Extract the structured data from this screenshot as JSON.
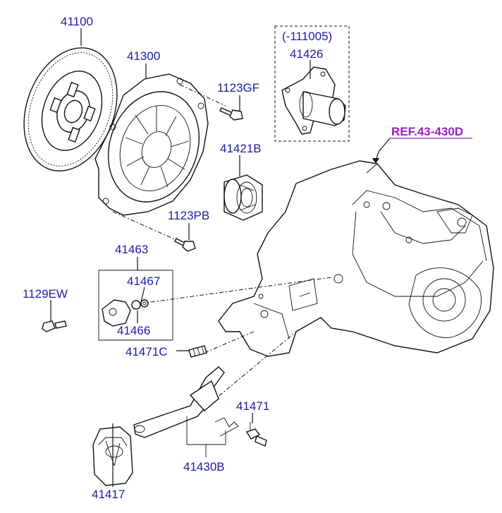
{
  "labels": {
    "p41100": "41100",
    "p41300": "41300",
    "p1123GF": "1123GF",
    "p111005": "(-111005)",
    "p41426": "41426",
    "ref": "REF.43-430D",
    "p41421B": "41421B",
    "p1123PB": "1123PB",
    "p41463": "41463",
    "p41467": "41467",
    "p1129EW": "1129EW",
    "p41466": "41466",
    "p41471C": "41471C",
    "p41471": "41471",
    "p41430B": "41430B",
    "p41417": "41417"
  },
  "colors": {
    "label": "#1a1aa6",
    "reference": "#9b1fc2",
    "line": "#111111"
  }
}
